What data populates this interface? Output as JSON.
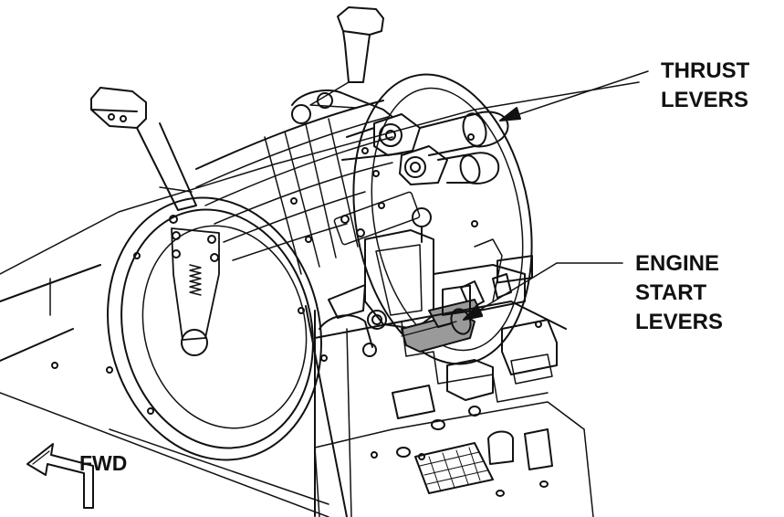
{
  "labels": {
    "thrust_levers": [
      "THRUST",
      "LEVERS"
    ],
    "engine_start_levers": [
      "ENGINE",
      "START",
      "LEVERS"
    ],
    "forward": "FWD"
  },
  "colors": {
    "line": "#111111",
    "highlight": "#9a9a9a",
    "background": "#ffffff"
  }
}
